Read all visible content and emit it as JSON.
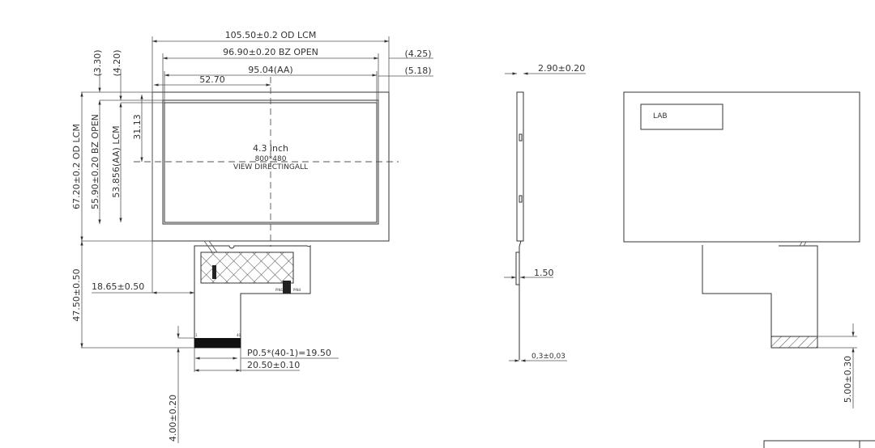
{
  "front_view": {
    "dim_od_width": "105.50±0.2  OD LCM",
    "dim_bz_width": "96.90±0.20  BZ OPEN",
    "dim_aa_width": "95.04(AA)",
    "dim_center_x": "52.70",
    "dim_right_bz": "(4.25)",
    "dim_right_aa": "(5.18)",
    "dim_top_bz": "(3.30)",
    "dim_top_aa": "(4.20)",
    "dim_od_height": "67.20±0.2  OD LCM",
    "dim_bz_height": "55.90±0.20  BZ OPEN",
    "dim_aa_height": "53.856(AA) LCM",
    "dim_center_y": "31.13",
    "center_size": "4.3 inch",
    "center_resolution": "800*480",
    "center_view": "VIEW DIRECTINGALL",
    "dim_fpc_length": "47.50±0.50",
    "dim_fpc_offset": "18.65±0.50",
    "dim_pitch": "P0.5*(40-1)=19.50",
    "dim_fpc_width": "20.50±0.10",
    "dim_stiffener": "4.00±0.20",
    "pin_first": "1",
    "pin_last": "40",
    "tp_pin_first": "PIN1",
    "tp_pin_last": "PIN4"
  },
  "side_view": {
    "dim_thickness": "2.90±0.20",
    "dim_connector": "1.50",
    "dim_fpc_thickness": "0,3±0,03"
  },
  "back_view": {
    "label": "LAB",
    "dim_stiffener": "5.00±0.30"
  }
}
